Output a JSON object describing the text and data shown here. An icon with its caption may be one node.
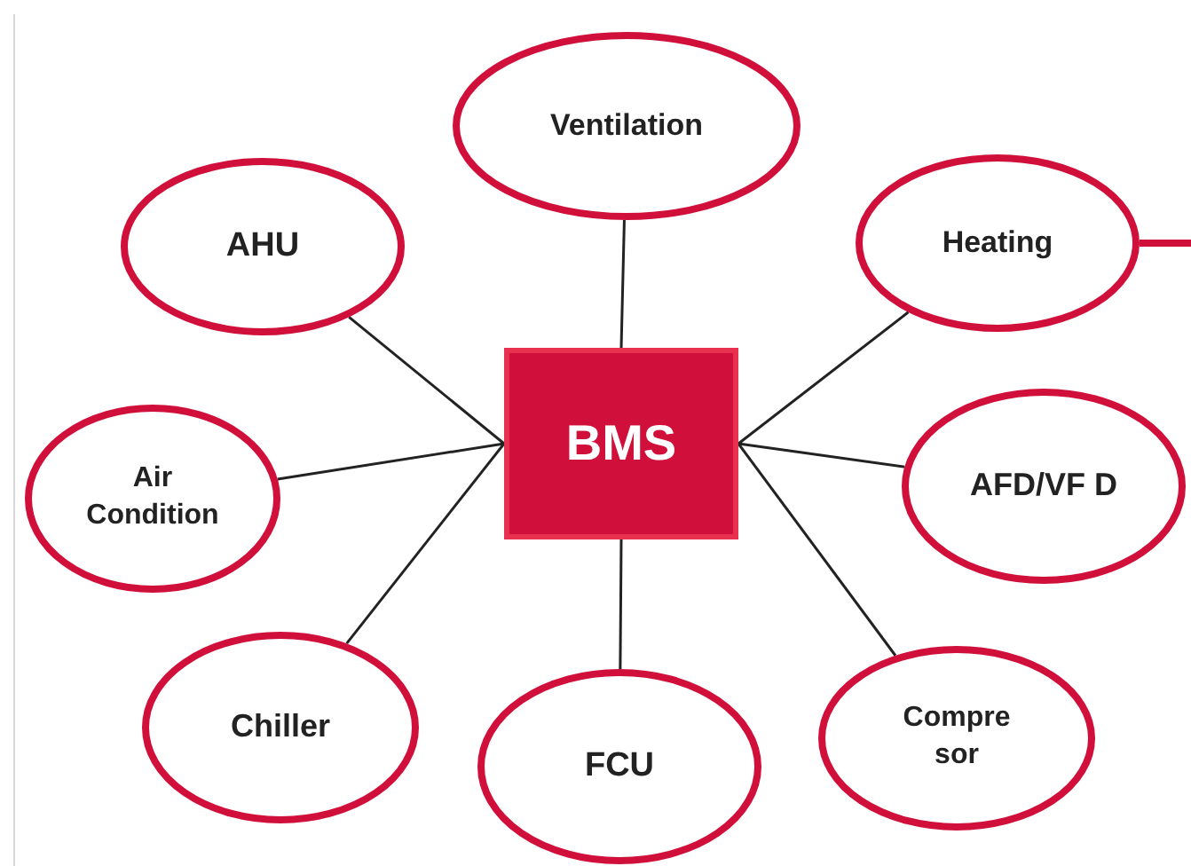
{
  "diagram": {
    "nodes": [
      {
        "text": [
          "BMS"
        ]
      },
      {
        "text": [
          "Ventilation"
        ]
      },
      {
        "text": [
          "AHU"
        ]
      },
      {
        "text": [
          "Heating"
        ]
      },
      {
        "text": [
          "Air Condition"
        ]
      },
      {
        "text": [
          "AFD/VF D"
        ]
      },
      {
        "text": [
          "Chiller"
        ]
      },
      {
        "text": [
          "Compre sor"
        ]
      },
      {
        "text": [
          "FCU"
        ]
      }
    ],
    "edges": [
      {
        "from": 0,
        "to": 1,
        "arrow": "none"
      },
      {
        "from": 0,
        "to": 2,
        "arrow": "none"
      },
      {
        "from": 0,
        "to": 3,
        "arrow": "none"
      },
      {
        "from": 0,
        "to": 4,
        "arrow": "none"
      },
      {
        "from": 0,
        "to": 5,
        "arrow": "none"
      },
      {
        "from": 0,
        "to": 6,
        "arrow": "none"
      },
      {
        "from": 0,
        "to": 7,
        "arrow": "none"
      },
      {
        "from": 0,
        "to": 8,
        "arrow": "none"
      },
      {
        "from": 3,
        "to": null,
        "arrow": "none",
        "style": "thick",
        "color": "#d0103a"
      }
    ]
  }
}
